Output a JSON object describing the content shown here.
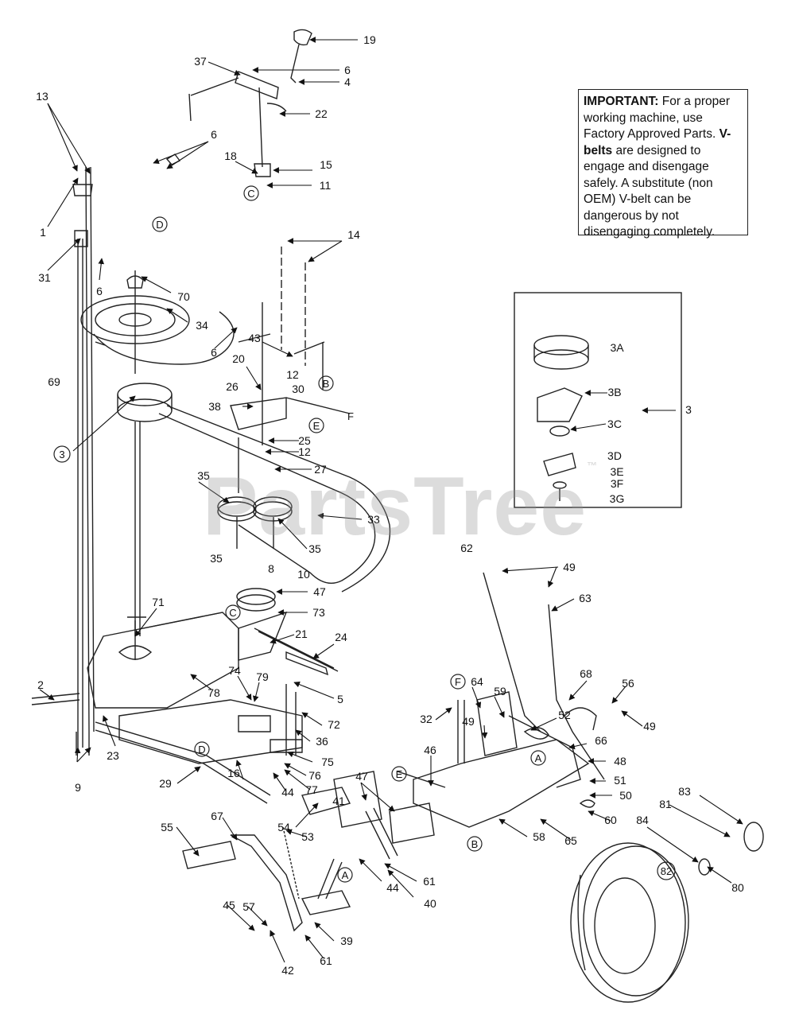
{
  "note": {
    "important_label": "IMPORTANT:",
    "important_text": " For a proper working machine, use Factory Approved Parts.",
    "vbelts_label": "V-belts",
    "vbelts_text": " are designed to engage and disengage safely. A substitute (non OEM) V-belt can be dangerous by not disengaging completely."
  },
  "watermark": {
    "text": "PartsTree",
    "tm": "™"
  },
  "callouts": [
    {
      "id": "19",
      "text": "19"
    },
    {
      "id": "37",
      "text": "37"
    },
    {
      "id": "6a",
      "text": "6"
    },
    {
      "id": "4",
      "text": "4"
    },
    {
      "id": "22",
      "text": "22"
    },
    {
      "id": "13",
      "text": "13"
    },
    {
      "id": "6b",
      "text": "6"
    },
    {
      "id": "18",
      "text": "18"
    },
    {
      "id": "15",
      "text": "15"
    },
    {
      "id": "11",
      "text": "11"
    },
    {
      "id": "1",
      "text": "1"
    },
    {
      "id": "31",
      "text": "31"
    },
    {
      "id": "14",
      "text": "14"
    },
    {
      "id": "6c",
      "text": "6"
    },
    {
      "id": "70",
      "text": "70"
    },
    {
      "id": "34",
      "text": "34"
    },
    {
      "id": "6d",
      "text": "6"
    },
    {
      "id": "43",
      "text": "43"
    },
    {
      "id": "69",
      "text": "69"
    },
    {
      "id": "20",
      "text": "20"
    },
    {
      "id": "12a",
      "text": "12"
    },
    {
      "id": "30",
      "text": "30"
    },
    {
      "id": "26",
      "text": "26"
    },
    {
      "id": "38",
      "text": "38"
    },
    {
      "id": "25",
      "text": "25"
    },
    {
      "id": "12b",
      "text": "12"
    },
    {
      "id": "27",
      "text": "27"
    },
    {
      "id": "3A",
      "text": "3A"
    },
    {
      "id": "3B",
      "text": "3B"
    },
    {
      "id": "3",
      "text": "3"
    },
    {
      "id": "3C",
      "text": "3C"
    },
    {
      "id": "3D",
      "text": "3D"
    },
    {
      "id": "3E",
      "text": "3E"
    },
    {
      "id": "3F",
      "text": "3F"
    },
    {
      "id": "3G",
      "text": "3G"
    },
    {
      "id": "35a",
      "text": "35"
    },
    {
      "id": "33",
      "text": "33"
    },
    {
      "id": "35b",
      "text": "35"
    },
    {
      "id": "35c",
      "text": "35"
    },
    {
      "id": "8",
      "text": "8"
    },
    {
      "id": "10",
      "text": "10"
    },
    {
      "id": "62",
      "text": "62"
    },
    {
      "id": "49a",
      "text": "49"
    },
    {
      "id": "63",
      "text": "63"
    },
    {
      "id": "71",
      "text": "71"
    },
    {
      "id": "47a",
      "text": "47"
    },
    {
      "id": "73",
      "text": "73"
    },
    {
      "id": "21",
      "text": "21"
    },
    {
      "id": "24",
      "text": "24"
    },
    {
      "id": "68",
      "text": "68"
    },
    {
      "id": "2",
      "text": "2"
    },
    {
      "id": "74",
      "text": "74"
    },
    {
      "id": "79",
      "text": "79"
    },
    {
      "id": "5",
      "text": "5"
    },
    {
      "id": "78",
      "text": "78"
    },
    {
      "id": "64",
      "text": "64"
    },
    {
      "id": "59",
      "text": "59"
    },
    {
      "id": "56",
      "text": "56"
    },
    {
      "id": "32",
      "text": "32"
    },
    {
      "id": "52",
      "text": "52"
    },
    {
      "id": "49b",
      "text": "49"
    },
    {
      "id": "49c",
      "text": "49"
    },
    {
      "id": "72",
      "text": "72"
    },
    {
      "id": "66",
      "text": "66"
    },
    {
      "id": "23",
      "text": "23"
    },
    {
      "id": "36",
      "text": "36"
    },
    {
      "id": "9",
      "text": "9"
    },
    {
      "id": "48",
      "text": "48"
    },
    {
      "id": "75",
      "text": "75"
    },
    {
      "id": "46",
      "text": "46"
    },
    {
      "id": "76",
      "text": "76"
    },
    {
      "id": "51",
      "text": "51"
    },
    {
      "id": "29",
      "text": "29"
    },
    {
      "id": "16",
      "text": "16"
    },
    {
      "id": "77",
      "text": "77"
    },
    {
      "id": "44a",
      "text": "44"
    },
    {
      "id": "41",
      "text": "41"
    },
    {
      "id": "47b",
      "text": "47"
    },
    {
      "id": "50",
      "text": "50"
    },
    {
      "id": "83",
      "text": "83"
    },
    {
      "id": "60",
      "text": "60"
    },
    {
      "id": "58",
      "text": "58"
    },
    {
      "id": "81",
      "text": "81"
    },
    {
      "id": "54",
      "text": "54"
    },
    {
      "id": "65",
      "text": "65"
    },
    {
      "id": "84",
      "text": "84"
    },
    {
      "id": "67",
      "text": "67"
    },
    {
      "id": "55",
      "text": "55"
    },
    {
      "id": "53",
      "text": "53"
    },
    {
      "id": "61a",
      "text": "61"
    },
    {
      "id": "44b",
      "text": "44"
    },
    {
      "id": "40",
      "text": "40"
    },
    {
      "id": "82",
      "text": "82"
    },
    {
      "id": "80",
      "text": "80"
    },
    {
      "id": "57",
      "text": "57"
    },
    {
      "id": "45",
      "text": "45"
    },
    {
      "id": "39",
      "text": "39"
    },
    {
      "id": "42",
      "text": "42"
    },
    {
      "id": "61b",
      "text": "61"
    }
  ],
  "reference_markers": [
    {
      "id": "C1",
      "text": "C"
    },
    {
      "id": "D1",
      "text": "D"
    },
    {
      "id": "B1",
      "text": "B"
    },
    {
      "id": "E1",
      "text": "E"
    },
    {
      "id": "F1",
      "text": "F"
    },
    {
      "id": "3circle",
      "text": "3"
    },
    {
      "id": "C2",
      "text": "C"
    },
    {
      "id": "D2",
      "text": "D"
    },
    {
      "id": "F2",
      "text": "F"
    },
    {
      "id": "A1",
      "text": "A"
    },
    {
      "id": "E2",
      "text": "E"
    },
    {
      "id": "B2",
      "text": "B"
    },
    {
      "id": "A2",
      "text": "A"
    },
    {
      "id": "82circle",
      "text": "82"
    }
  ]
}
